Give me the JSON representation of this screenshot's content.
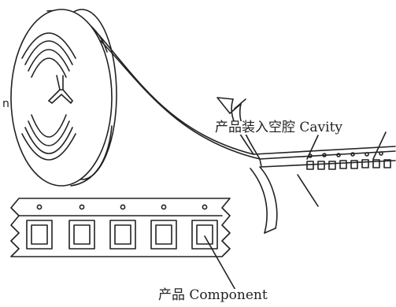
{
  "labels": {
    "cavity": "产品装入空腔 Cavity",
    "component": "产品 Component",
    "edge_mark": "n"
  },
  "colors": {
    "line": "#222222",
    "background": "#ffffff"
  },
  "tape": {
    "cavity_count_front": 5,
    "pocket_count_side": 8
  }
}
